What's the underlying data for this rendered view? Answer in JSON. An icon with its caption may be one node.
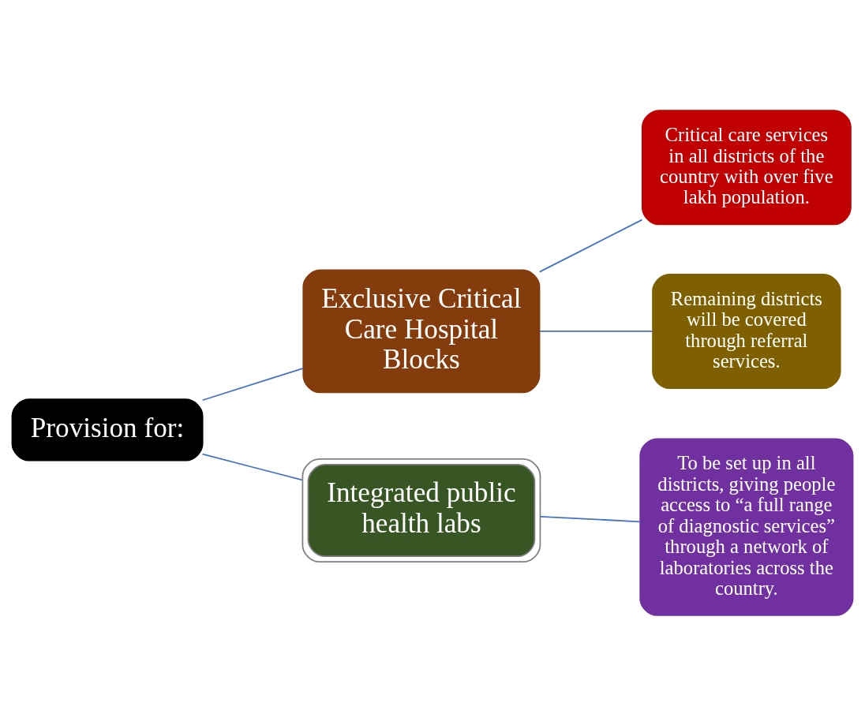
{
  "diagram": {
    "nodes": [
      {
        "text": [
          "Provision for:"
        ]
      },
      {
        "text": [
          "Exclusive Critical Care Hospital Blocks"
        ]
      },
      {
        "text": [
          "Integrated public health labs"
        ]
      },
      {
        "text": [
          "Critical care services in all districts of the country with over five lakh population."
        ]
      },
      {
        "text": [
          "Remaining districts will be covered through referral services."
        ]
      },
      {
        "text": [
          "To be set up in all districts, giving people access to “a full range of diagnostic services” through a network of laboratories across the country."
        ]
      }
    ],
    "edges": [
      {
        "from": 0,
        "to": 1,
        "arrow": "none"
      },
      {
        "from": 0,
        "to": 2,
        "arrow": "none"
      },
      {
        "from": 1,
        "to": 3,
        "arrow": "none"
      },
      {
        "from": 1,
        "to": 4,
        "arrow": "none"
      },
      {
        "from": 2,
        "to": 5,
        "arrow": "none"
      }
    ]
  }
}
